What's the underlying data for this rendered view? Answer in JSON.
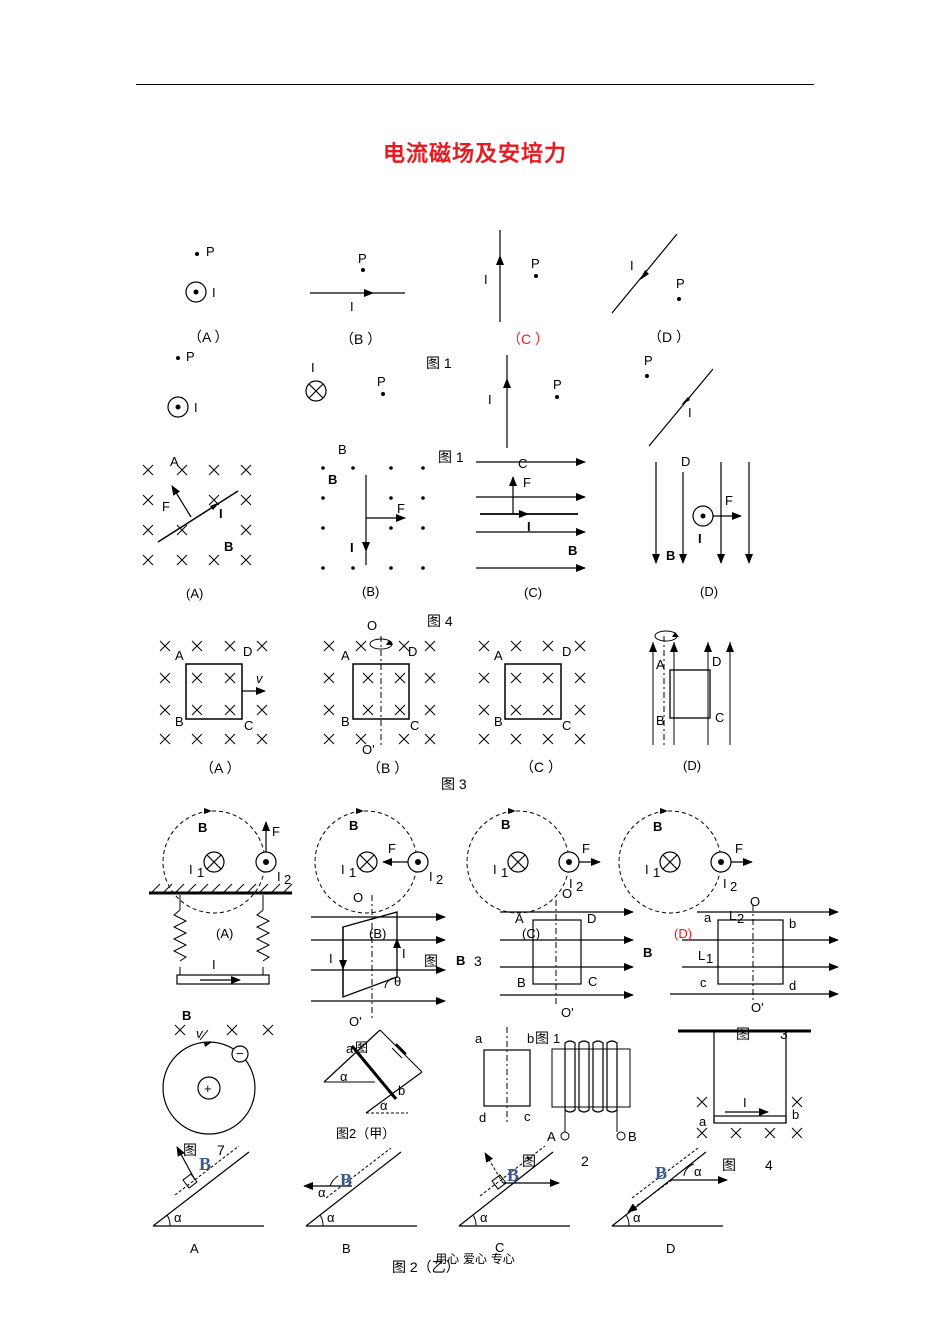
{
  "title": "电流磁场及安培力",
  "footer": "用心 爱心 专心",
  "fig1_row1": {
    "labels": [
      "（A ）",
      "（B ）",
      "（C ）",
      "（D ）"
    ],
    "highlight": "C"
  },
  "fig1_caption": "图      1",
  "fig1_caption_b": "图   1",
  "fig4_labels": [
    "(A)",
    "(B)",
    "(C)",
    "(D)"
  ],
  "fig4_caption": "图            4",
  "fig3_labels": [
    "（A ）",
    "（B ）",
    "（C ）",
    "(D)"
  ],
  "fig3_caption": "图      3",
  "row5_labels": [
    "(A)",
    "(B)",
    "(C)",
    "(D)"
  ],
  "row5_captions": [
    "图",
    "3",
    "图",
    "1",
    "图",
    "3"
  ],
  "row6_captions": [
    "图",
    "7",
    "图2（甲）",
    "图",
    "2",
    "图",
    "4"
  ],
  "row7_labels": [
    "A",
    "B",
    "C",
    "D"
  ],
  "row7_caption": "图  2（乙）",
  "symbols": {
    "P": "P",
    "I": "I",
    "F": "F",
    "B": "B",
    "O": "O",
    "O2": "O'",
    "v": "v",
    "I1": "I",
    "I2": "I",
    "alpha": "α",
    "theta": "θ",
    "L1": "L",
    "L2": "L"
  }
}
